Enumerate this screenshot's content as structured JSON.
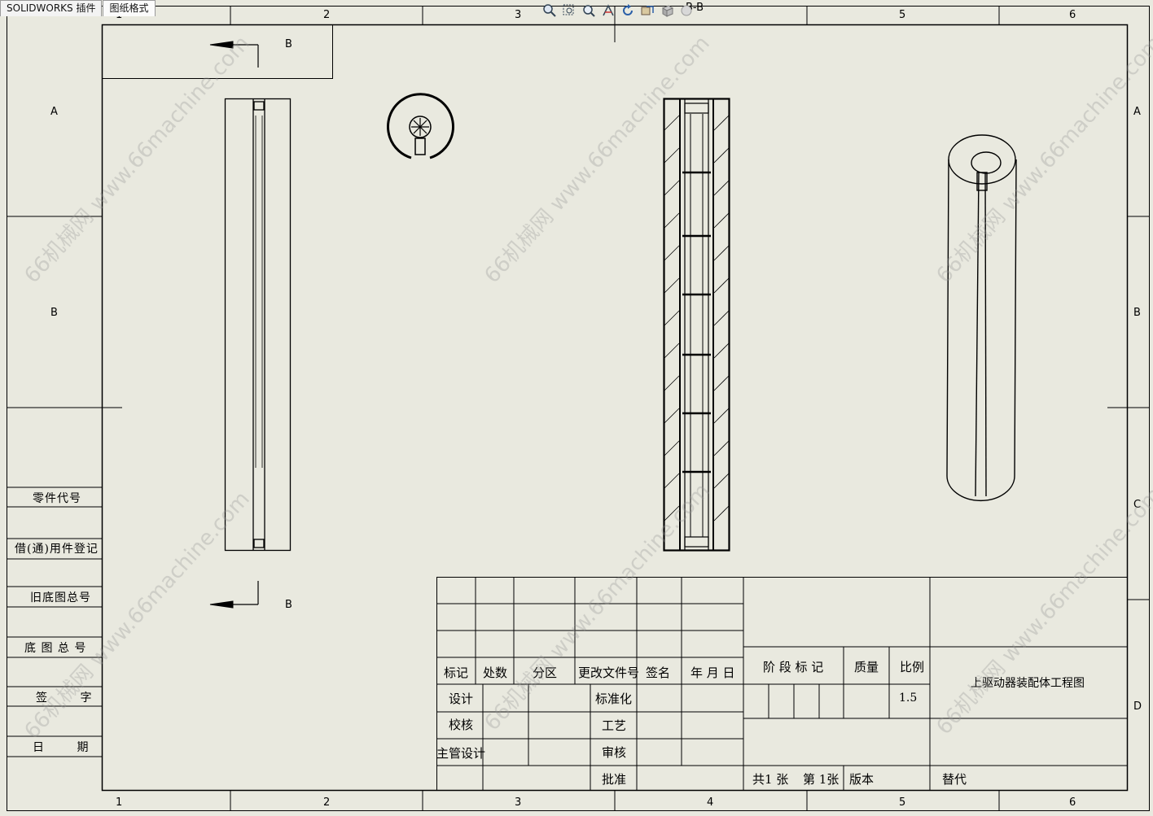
{
  "tabs": [
    {
      "label": "SOLIDWORKS 插件",
      "active": false
    },
    {
      "label": "图纸格式",
      "active": true
    }
  ],
  "view_toolbar": {
    "icons": [
      "zoom-fit-icon",
      "zoom-area-icon",
      "zoom-in-out-icon",
      "pan-icon",
      "rotate-icon",
      "previous-view-icon",
      "view-orientation-icon",
      "display-style-icon"
    ]
  },
  "drawing": {
    "section_label": "B-B",
    "section_marker_top": "B",
    "section_marker_bottom": "B",
    "zones_columns": [
      "1",
      "2",
      "3",
      "4",
      "5",
      "6"
    ],
    "zones_rows": [
      "A",
      "B",
      "C",
      "D"
    ]
  },
  "side_block": {
    "part_code": "零件代号",
    "borrowed_record": "借(通)用件登记",
    "old_base_no": "旧底图总号",
    "base_no": "底 图 总 号",
    "signature": "签 字",
    "date": "日 期"
  },
  "title_block": {
    "mark": "标记",
    "count": "处数",
    "zone": "分区",
    "change_doc": "更改文件号",
    "sign": "签名",
    "ymd": "年 月 日",
    "design": "设计",
    "check": "校核",
    "chief_design": "主管设计",
    "standardize": "标准化",
    "process": "工艺",
    "review": "审核",
    "approve": "批准",
    "stage_mark": "阶 段 标 记",
    "mass": "质量",
    "scale_label": "比例",
    "scale_value": "1.5",
    "sheets_total": "共1 张",
    "sheet_no": "第 1张",
    "version": "版本",
    "replace": "替代",
    "drawing_title": "上驱动器装配体工程图"
  },
  "watermark": {
    "text": "66机械网 www.66machine.com"
  },
  "colors": {
    "paper": "#e9e9df",
    "line": "#000000",
    "tab_bg": "#f3f3f3",
    "watermark": "#969696"
  }
}
